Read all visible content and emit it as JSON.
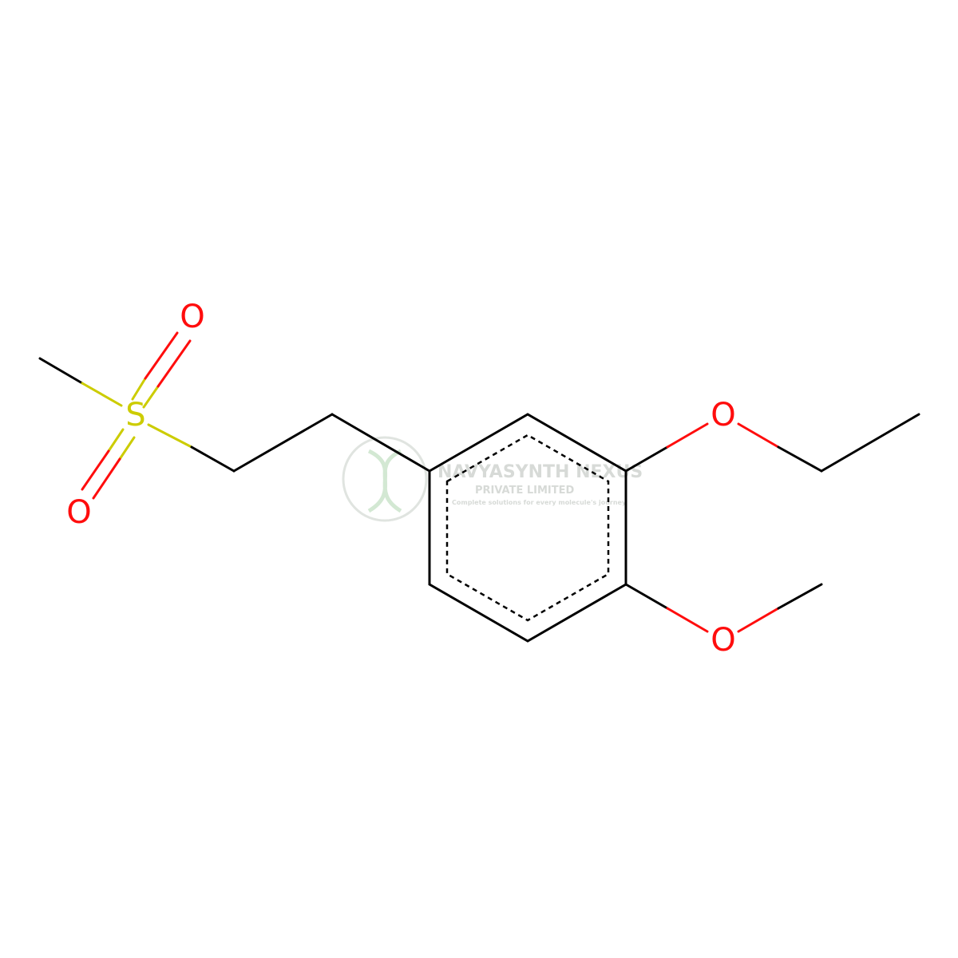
{
  "molecule": {
    "atoms": {
      "sulfur": "S",
      "oxygen_sulfonyl_top": "O",
      "oxygen_sulfonyl_bottom": "O",
      "oxygen_ethoxy": "O",
      "oxygen_methoxy": "O"
    },
    "colors": {
      "bond": "#000000",
      "oxygen": "#ff0d0d",
      "sulfur": "#cccc00"
    }
  },
  "watermark": {
    "company": "NAVYASYNTH NEXUS",
    "subtitle": "PRIVATE LIMITED",
    "tagline": "Complete solutions for every molecule's journey"
  }
}
